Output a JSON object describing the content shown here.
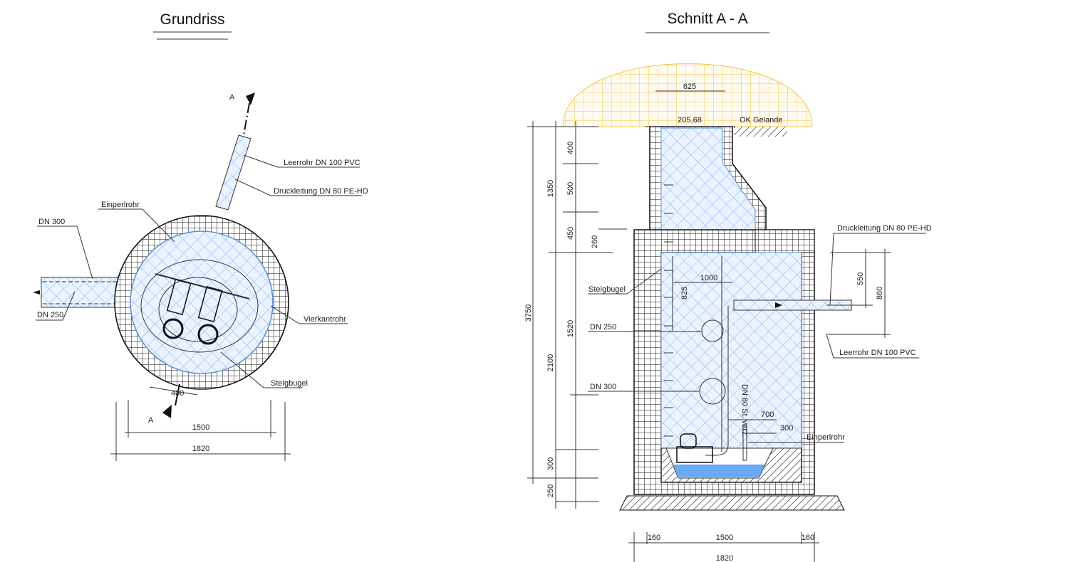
{
  "plan": {
    "title": "Grundriss",
    "section_marker": "A",
    "labels": {
      "leerrohr": "Leerrohr DN 100 PVC",
      "druckleitung": "Druckleitung DN 80 PE-HD",
      "einperlrohr": "Einperlrohr",
      "dn300": "DN 300",
      "dn250": "DN 250",
      "vierkantrohr": "Vierkantrohr",
      "steigbugel": "Steigbugel"
    },
    "dims": {
      "d400": "400",
      "d1500": "1500",
      "d1820": "1820"
    }
  },
  "section": {
    "title": "Schnitt A - A",
    "labels": {
      "elevation": "205,68",
      "ok_gelande": "OK Gelande",
      "druckleitung": "Druckleitung DN 80 PE-HD",
      "leerrohr": "Leerrohr DN 100 PVC",
      "steigbugel": "Steigbugel",
      "dn250": "DN 250",
      "dn300": "DN 300",
      "dn80": "DN 80 St. verz.",
      "einperlrohr": "Einperlrohr"
    },
    "dims": {
      "d625": "625",
      "d3750": "3750",
      "d1350": "1350",
      "d400": "400",
      "d500": "500",
      "d450": "450",
      "d260": "260",
      "d2100": "2100",
      "d1520": "1520",
      "d300v": "300",
      "d250": "250",
      "d1000": "1000",
      "d825": "825",
      "d550": "550",
      "d860": "860",
      "d700": "700",
      "d300h": "300",
      "d160a": "160",
      "d1500": "1500",
      "d160b": "160",
      "d1820": "1820"
    }
  },
  "colors": {
    "hatch_blue": "#7fb2f0",
    "soil_yellow": "#f5c542",
    "water": "#6aaaf5"
  }
}
